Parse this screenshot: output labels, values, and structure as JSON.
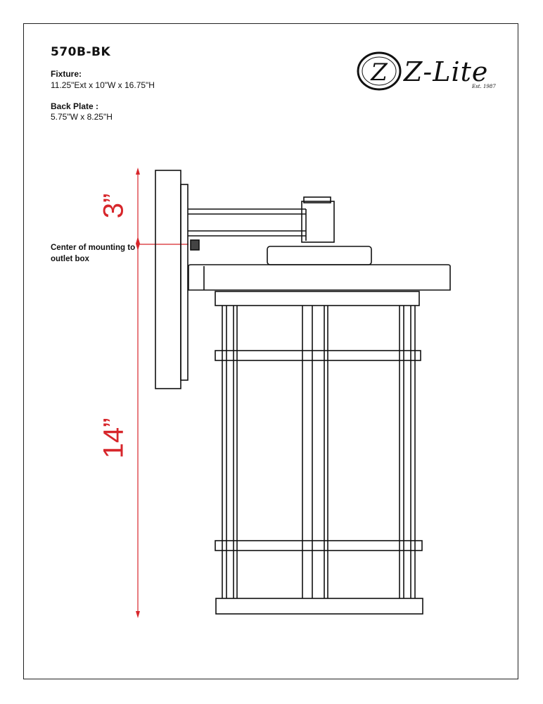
{
  "header": {
    "model": "570B-BK",
    "fixture_label": "Fixture:",
    "fixture_value": "11.25\"Ext x 10\"W x 16.75\"H",
    "backplate_label": "Back Plate :",
    "backplate_value": "5.75\"W x 8.25\"H"
  },
  "logo": {
    "brand": "Z-Lite",
    "established": "Est. 1987",
    "emblem_letter": "Z"
  },
  "annotations": {
    "mounting_center": "Center of mounting to outlet box",
    "upper_dimension": "3”",
    "lower_dimension": "14”"
  },
  "colors": {
    "dimension_red": "#d7262b",
    "line_black": "#111111"
  }
}
